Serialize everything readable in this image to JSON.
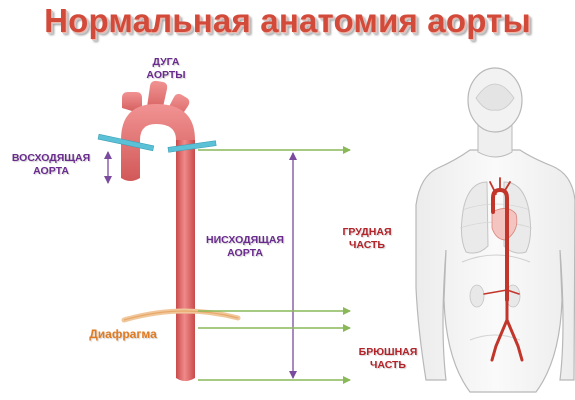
{
  "title": "Нормальная анатомия аорты",
  "labels": {
    "arch": [
      "ДУГА",
      "АОРТЫ"
    ],
    "ascending": [
      "ВОСХОДЯЩАЯ",
      "АОРТА"
    ],
    "descending": [
      "НИСХОДЯЩАЯ",
      "АОРТА"
    ],
    "thoracic": [
      "ГРУДНАЯ",
      "ЧАСТЬ"
    ],
    "abdominal": [
      "БРЮШНАЯ",
      "ЧАСТЬ"
    ],
    "diaphragm": "Диафрагма"
  },
  "colors": {
    "title": "#d24a3a",
    "aorta": "#e06a6a",
    "aorta_dark": "#c94b4b",
    "marker_bar": "#5bc1d6",
    "green_line": "#8ab858",
    "purple": "#6a2b8e",
    "red_label": "#b3232a",
    "diaphragm": "#e07b22",
    "body_outline": "#b8b8b8",
    "artery": "#c2352a"
  }
}
